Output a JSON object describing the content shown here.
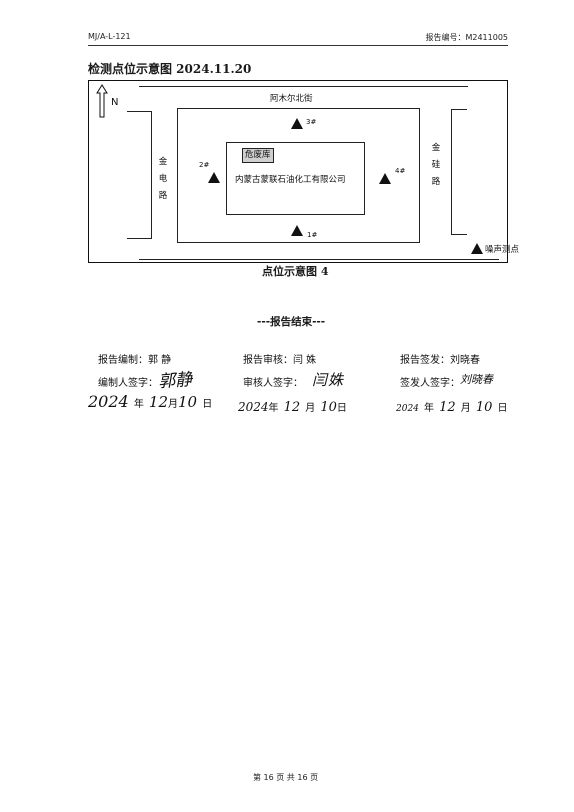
{
  "header": {
    "left": "MJ/A-L-121",
    "right": "报告编号：M2411005"
  },
  "section_title": "检测点位示意图 2024.11.20",
  "map": {
    "north": "N",
    "road_top": "阿木尔北街",
    "road_left": "金电路",
    "road_right": "金硅路",
    "hazard_box": "危废库",
    "company": "内蒙古蒙联石油化工有限公司",
    "points": [
      {
        "label": "3#",
        "side": "top"
      },
      {
        "label": "2#",
        "side": "left"
      },
      {
        "label": "4#",
        "side": "right"
      },
      {
        "label": "1#",
        "side": "bottom"
      }
    ],
    "legend": "噪声测点"
  },
  "caption": "点位示意图 4",
  "end_text": "---报告结束---",
  "signatures": {
    "compile_label": "报告编制：郭  静",
    "review_label": "报告审核：闫  姝",
    "issue_label": "报告签发：刘晓春",
    "compile_sign_label": "编制人签字：",
    "review_sign_label": "审核人签字：",
    "issue_sign_label": "签发人签字：",
    "compile_sign": "郭静",
    "review_sign": "闫姝",
    "issue_sign": "刘晓春",
    "dates": [
      {
        "year": "2024",
        "y_unit": "年",
        "month": "12",
        "m_unit": "月",
        "day": "10",
        "d_unit": "日"
      },
      {
        "year": "2024",
        "y_unit": "年",
        "month": "12",
        "m_unit": "月",
        "day": "10",
        "d_unit": "日"
      },
      {
        "year": "2024",
        "y_unit": "年",
        "month": "12",
        "m_unit": "月",
        "day": "10",
        "d_unit": "日"
      }
    ]
  },
  "footer": "第 16 页 共 16 页"
}
